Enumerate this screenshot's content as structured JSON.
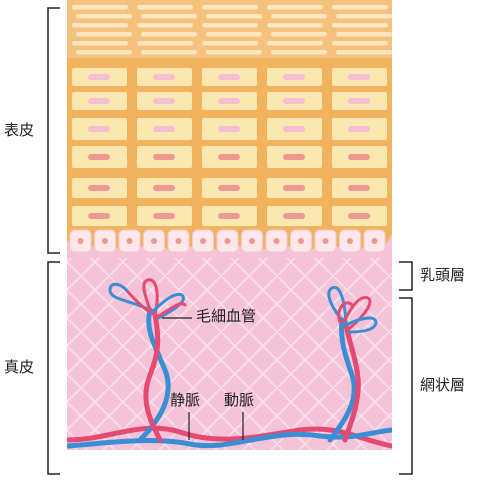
{
  "labels": {
    "epidermis": "表皮",
    "dermis": "真皮",
    "papillary_layer": "乳頭層",
    "reticular_layer": "網状層",
    "capillaries": "毛細血管",
    "vein": "静脈",
    "artery": "動脈"
  },
  "colors": {
    "stratum_corneum": "#f5c27e",
    "corneum_lines": "#fde6c1",
    "epidermis_bg": "#f2b35f",
    "cell_fill": "#fbe7b0",
    "nucleus_upper": "#f6bfd1",
    "nucleus_lower": "#ee9892",
    "basal_cell": "#fde7eb",
    "dermis": "#f4c3d7",
    "dermis_lines": "#fbe2ec",
    "artery": "#e44a72",
    "vein": "#3a8fd4",
    "bracket": "#222222"
  }
}
